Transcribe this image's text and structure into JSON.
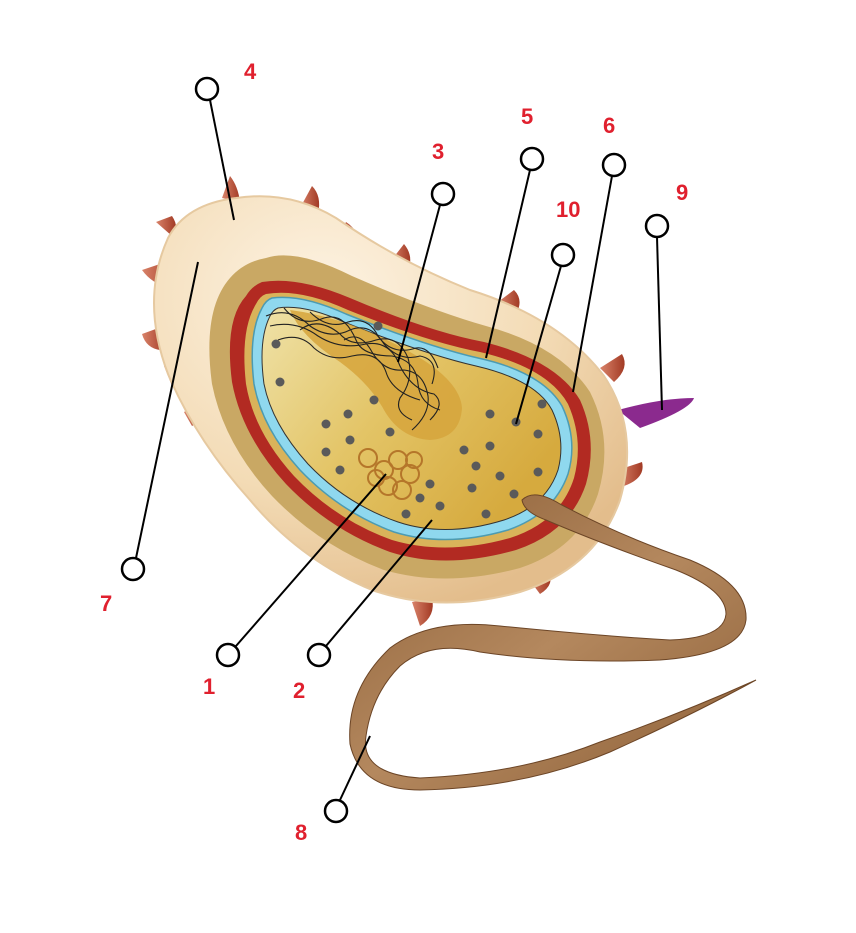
{
  "diagram": {
    "callouts": [
      {
        "id": "c1",
        "label": "1"
      },
      {
        "id": "c2",
        "label": "2"
      },
      {
        "id": "c3",
        "label": "3"
      },
      {
        "id": "c4",
        "label": "4"
      },
      {
        "id": "c5",
        "label": "5"
      },
      {
        "id": "c6",
        "label": "6"
      },
      {
        "id": "c7",
        "label": "7"
      },
      {
        "id": "c8",
        "label": "8"
      },
      {
        "id": "c9",
        "label": "9"
      },
      {
        "id": "c10",
        "label": "10"
      }
    ],
    "colors": {
      "label_red": "#e0202e",
      "capsule": "#f2d8b0",
      "cell_wall": "#c9a864",
      "outer_membrane": "#b22a22",
      "plasma_membrane": "#8fd8ee",
      "cytoplasm": "#e1c264",
      "nucleoid": "#d6a53c",
      "pili": "#b8452c",
      "flagellum": "#a0744c",
      "pilus_sex": "#8b2a8e"
    }
  }
}
